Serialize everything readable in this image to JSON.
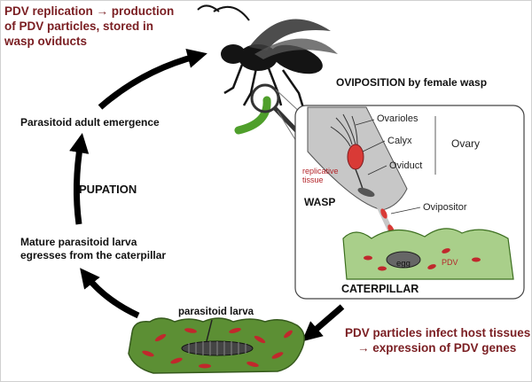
{
  "labels": {
    "pdv_replication_line1": "PDV replication → production",
    "pdv_replication_line2": "of PDV particles, stored in",
    "pdv_replication_line3": "wasp oviducts",
    "oviposition": "OVIPOSITION by female wasp",
    "adult_emergence": "Parasitoid adult emergence",
    "pupation": "PUPATION",
    "mature_larva_line1": "Mature parasitoid larva",
    "mature_larva_line2": "egresses from the caterpillar",
    "parasitoid_larva": "parasitoid larva",
    "pdv_infect_line1": "PDV particles infect host tissues",
    "pdv_infect_line2": "→ expression of PDV genes"
  },
  "inset": {
    "ovarioles": "Ovarioles",
    "calyx": "Calyx",
    "oviduct": "Oviduct",
    "ovary": "Ovary",
    "replicative_line1": "replicative",
    "replicative_line2": "tissue",
    "wasp": "WASP",
    "ovipositor": "Ovipositor",
    "egg": "egg",
    "pdv": "PDV",
    "caterpillar": "CATERPILLAR"
  },
  "colors": {
    "accent_red": "#7a1e22",
    "tissue_red": "#c0282c",
    "caterpillar_green": "#5c8f34",
    "inset_green": "#a9cf8a",
    "wasp_black": "#141414"
  },
  "icons": [
    "wasp-icon",
    "magnifier-icon",
    "green-larva-icon",
    "cycle-arrow-icon"
  ]
}
